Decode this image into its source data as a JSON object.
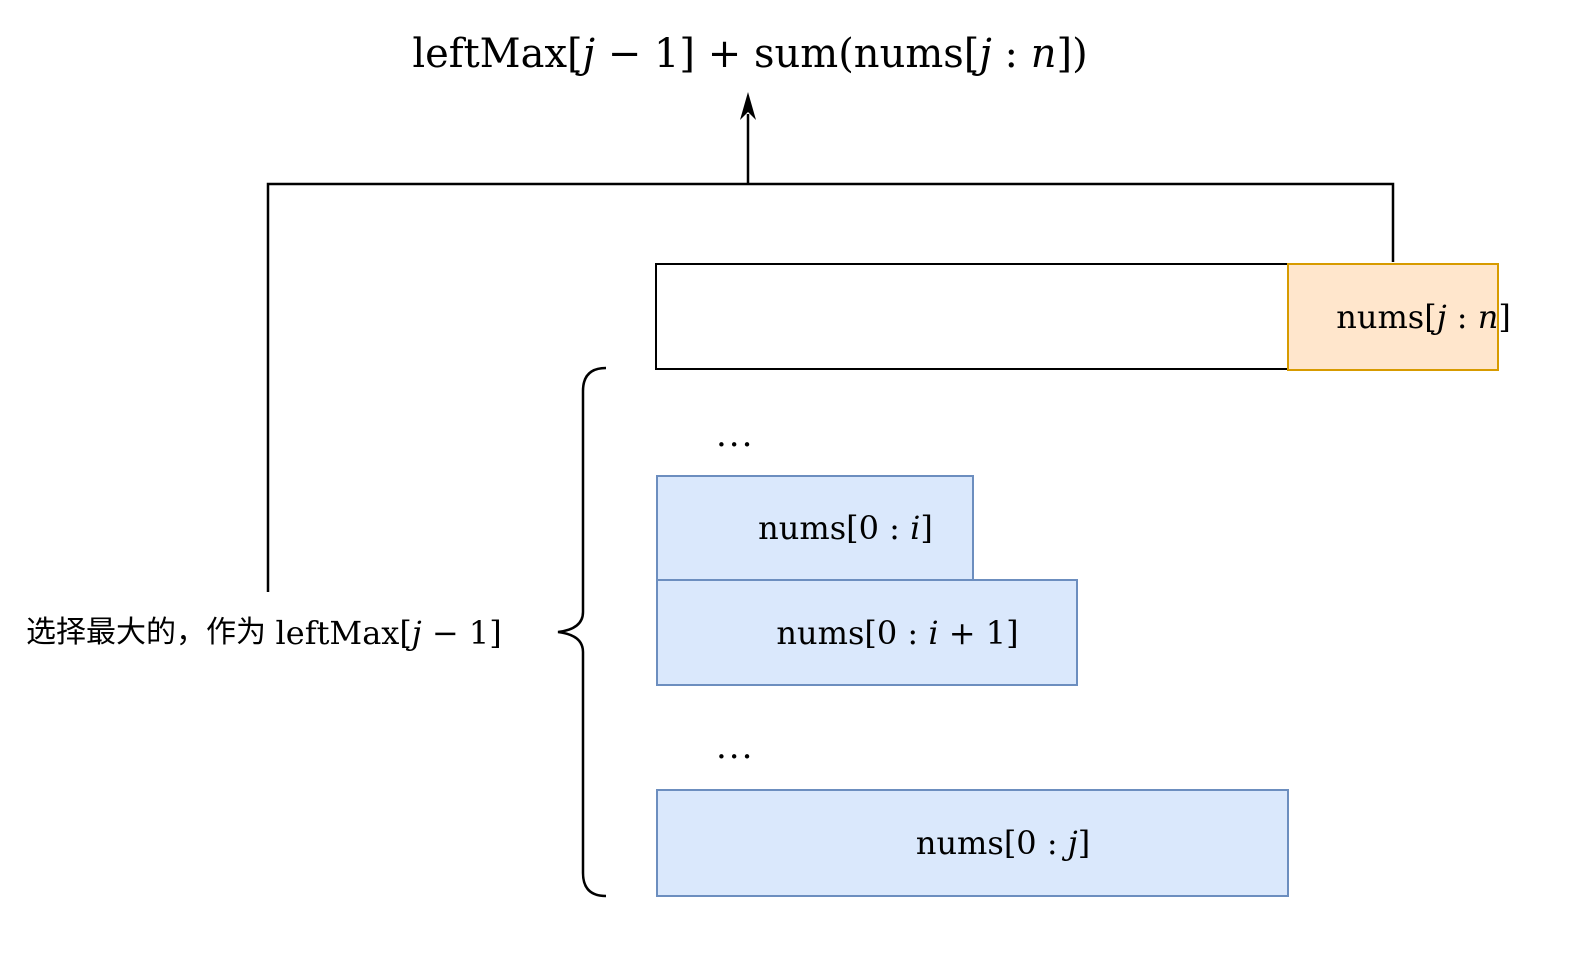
{
  "title_formula": {
    "s1": "leftMax[",
    "s2": "j",
    "s3": " − 1] + sum(nums[",
    "s4": "j",
    "s5": " : ",
    "s6": "n",
    "s7": "])"
  },
  "array_bar": {
    "tail_label": {
      "s1": "nums[",
      "s2": "j",
      "s3": " : ",
      "s4": "n",
      "s5": "]"
    }
  },
  "prefix_group": {
    "ellipsis_top": "...",
    "ellipsis_bottom": "...",
    "box_i": {
      "s1": "nums[0 : ",
      "s2": "i",
      "s3": "]"
    },
    "box_i1": {
      "s1": "nums[0 : ",
      "s2": "i",
      "s3": " + 1]"
    },
    "box_j": {
      "s1": "nums[0 : ",
      "s2": "j",
      "s3": "]"
    }
  },
  "side_note": {
    "cjk": "选择最大的，作为 ",
    "math_s1": "leftMax[",
    "math_s2": "j",
    "math_s3": " − 1]"
  },
  "colors": {
    "background": "#FFFFFF",
    "line": "#000000",
    "orange_fill": "#FFE6CC",
    "orange_border": "#D79B00",
    "blue_fill": "#DAE8FC",
    "blue_border": "#6C8EBF"
  }
}
